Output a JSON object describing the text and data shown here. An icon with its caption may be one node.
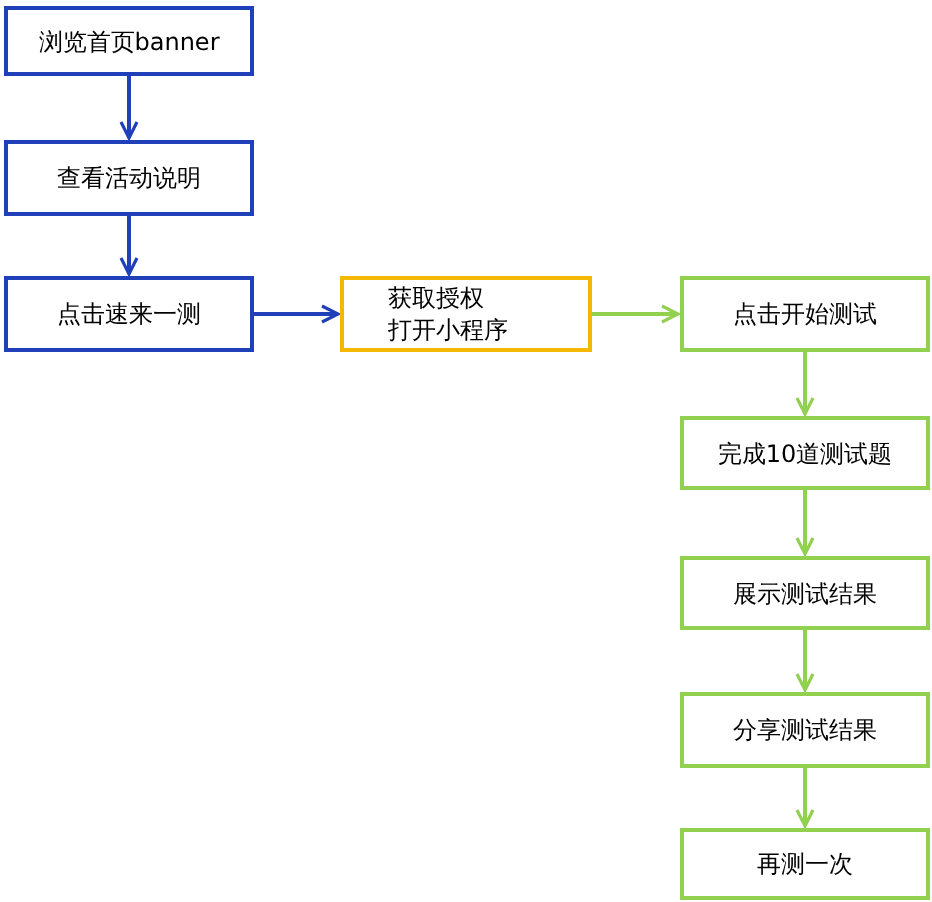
{
  "diagram": {
    "nodes": [
      {
        "text": [
          "浏览首页banner"
        ]
      },
      {
        "text": [
          "查看活动说明"
        ]
      },
      {
        "text": [
          "点击速来一测"
        ]
      },
      {
        "text": [
          "获取授权",
          "打开小程序"
        ]
      },
      {
        "text": [
          "点击开始测试"
        ]
      },
      {
        "text": [
          "完成10道测试题"
        ]
      },
      {
        "text": [
          "展示测试结果"
        ]
      },
      {
        "text": [
          "分享测试结果"
        ]
      },
      {
        "text": [
          "再测一次"
        ]
      }
    ],
    "edges": [
      {
        "from": 0,
        "to": 1,
        "arrow": "to",
        "color": "#1f40b8"
      },
      {
        "from": 1,
        "to": 2,
        "arrow": "to",
        "color": "#1f40b8"
      },
      {
        "from": 2,
        "to": 3,
        "arrow": "to",
        "color": "#1f40b8"
      },
      {
        "from": 3,
        "to": 4,
        "arrow": "to"
      },
      {
        "from": 4,
        "to": 5,
        "arrow": "to"
      },
      {
        "from": 5,
        "to": 6,
        "arrow": "to"
      },
      {
        "from": 6,
        "to": 7,
        "arrow": "to"
      },
      {
        "from": 7,
        "to": 8,
        "arrow": "to"
      }
    ]
  }
}
